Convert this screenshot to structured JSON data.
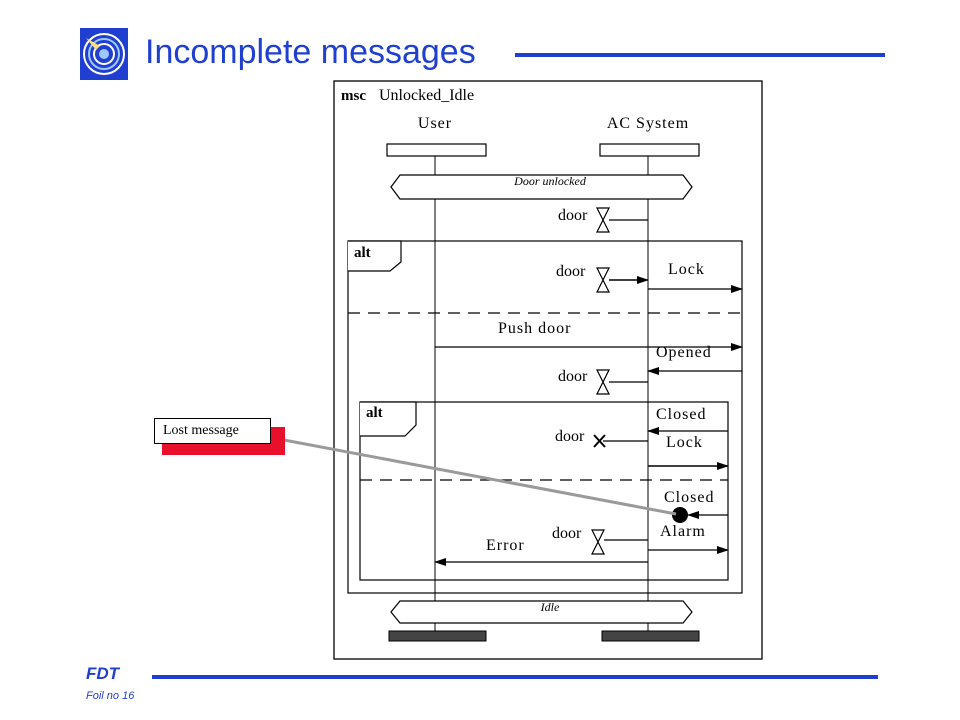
{
  "slide": {
    "title": "Incomplete messages",
    "footer_name": "FDT",
    "footer_foil": "Foil no 16",
    "accent_color": "#1f3fd0",
    "logo_icon": "target-icon"
  },
  "msc": {
    "keyword": "msc",
    "name": "Unlocked_Idle",
    "instances": [
      "User",
      "AC System"
    ],
    "condition_top": "Door unlocked",
    "condition_bottom": "Idle",
    "alt_label": "alt",
    "messages": {
      "door_1": "door",
      "door_2": "door",
      "lock_1": "Lock",
      "push_door": "Push door",
      "opened": "Opened",
      "door_3": "door",
      "closed_1": "Closed",
      "door_4": "door",
      "lock_2": "Lock",
      "closed_2": "Closed",
      "door_5": "door",
      "alarm": "Alarm",
      "error": "Error"
    }
  },
  "callout": {
    "label": "Lost message",
    "shadow_color": "#e8102a"
  }
}
